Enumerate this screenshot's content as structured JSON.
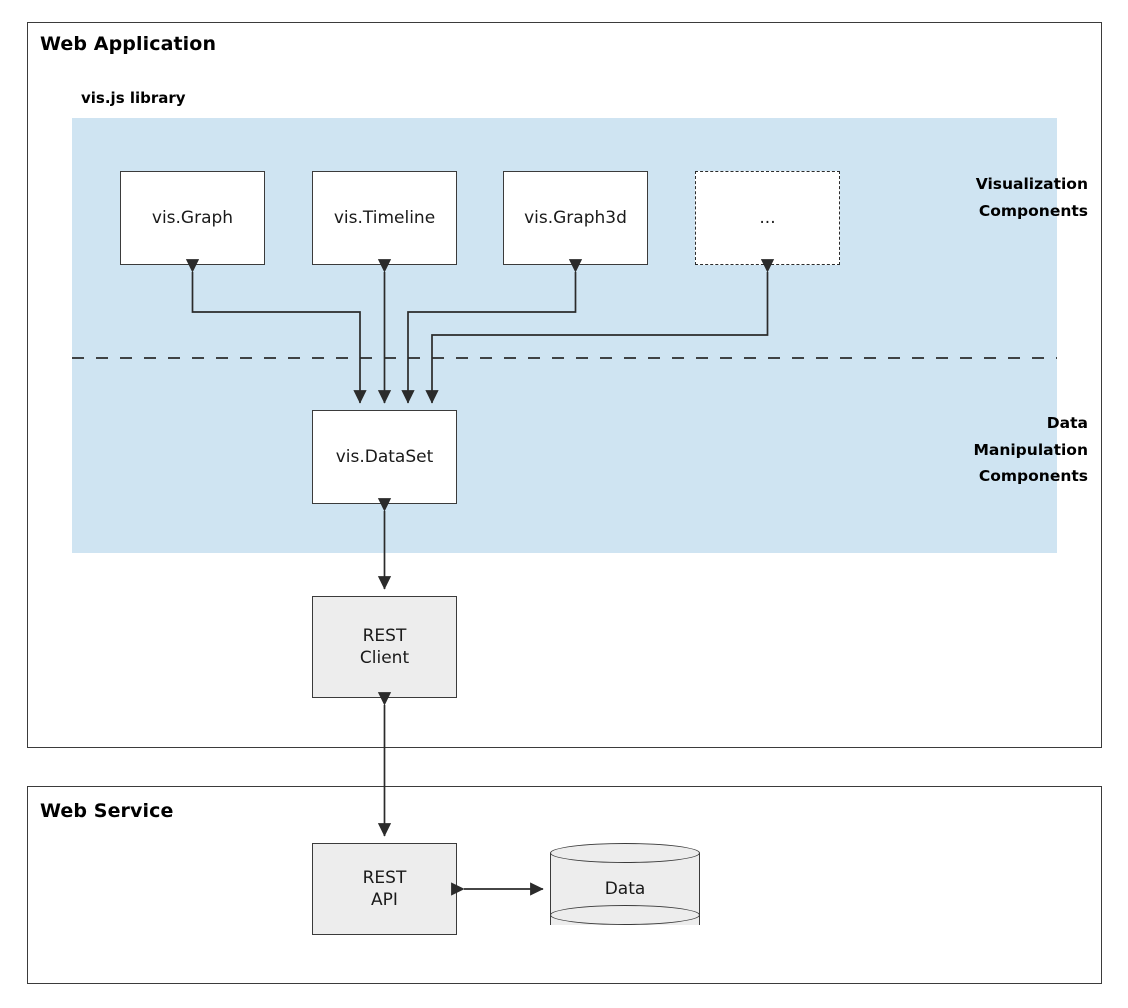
{
  "diagram": {
    "panels": [
      {
        "id": "webapp",
        "title": "Web Application"
      },
      {
        "id": "webservice",
        "title": "Web Service"
      }
    ],
    "library": {
      "title": "vis.js library",
      "background_color": "#cfe4f2",
      "region_labels": {
        "visualization": "Visualization\nComponents",
        "data_manipulation": "Data\nManipulation\nComponents"
      }
    },
    "nodes": {
      "graph": "vis.Graph",
      "timeline": "vis.Timeline",
      "graph3d": "vis.Graph3d",
      "more": "...",
      "dataset": "vis.DataSet",
      "rest_client": "REST\nClient",
      "rest_api": "REST\nAPI",
      "data_store": "Data"
    },
    "colors": {
      "library_fill": "#cfe4f2",
      "node_fill": "#ffffff",
      "gray_node_fill": "#ededed",
      "stroke": "#3b3b3b",
      "text": "#1a1a1a"
    }
  }
}
